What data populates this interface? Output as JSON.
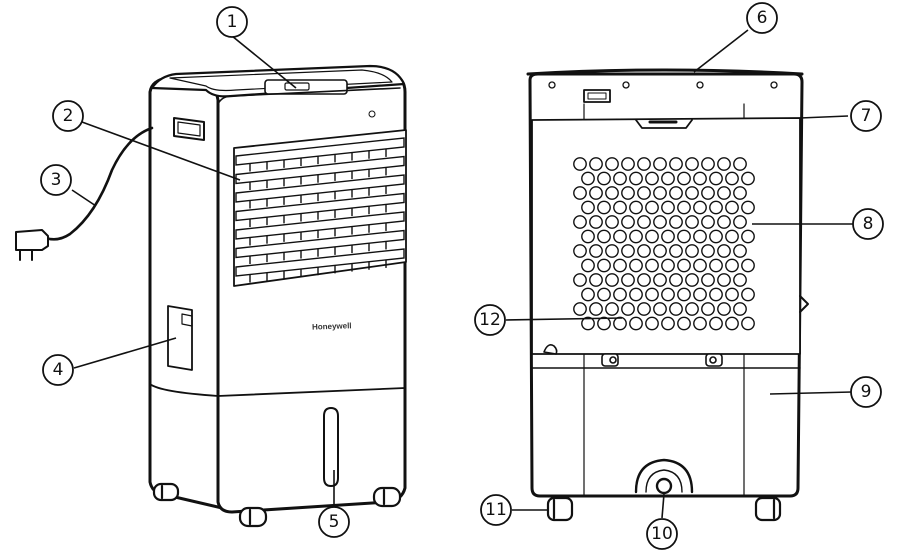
{
  "brand": "Honeywell",
  "callouts": [
    {
      "number": "1"
    },
    {
      "number": "2"
    },
    {
      "number": "3"
    },
    {
      "number": "4"
    },
    {
      "number": "5"
    },
    {
      "number": "6"
    },
    {
      "number": "7"
    },
    {
      "number": "8"
    },
    {
      "number": "9"
    },
    {
      "number": "10"
    },
    {
      "number": "11"
    },
    {
      "number": "12"
    }
  ]
}
